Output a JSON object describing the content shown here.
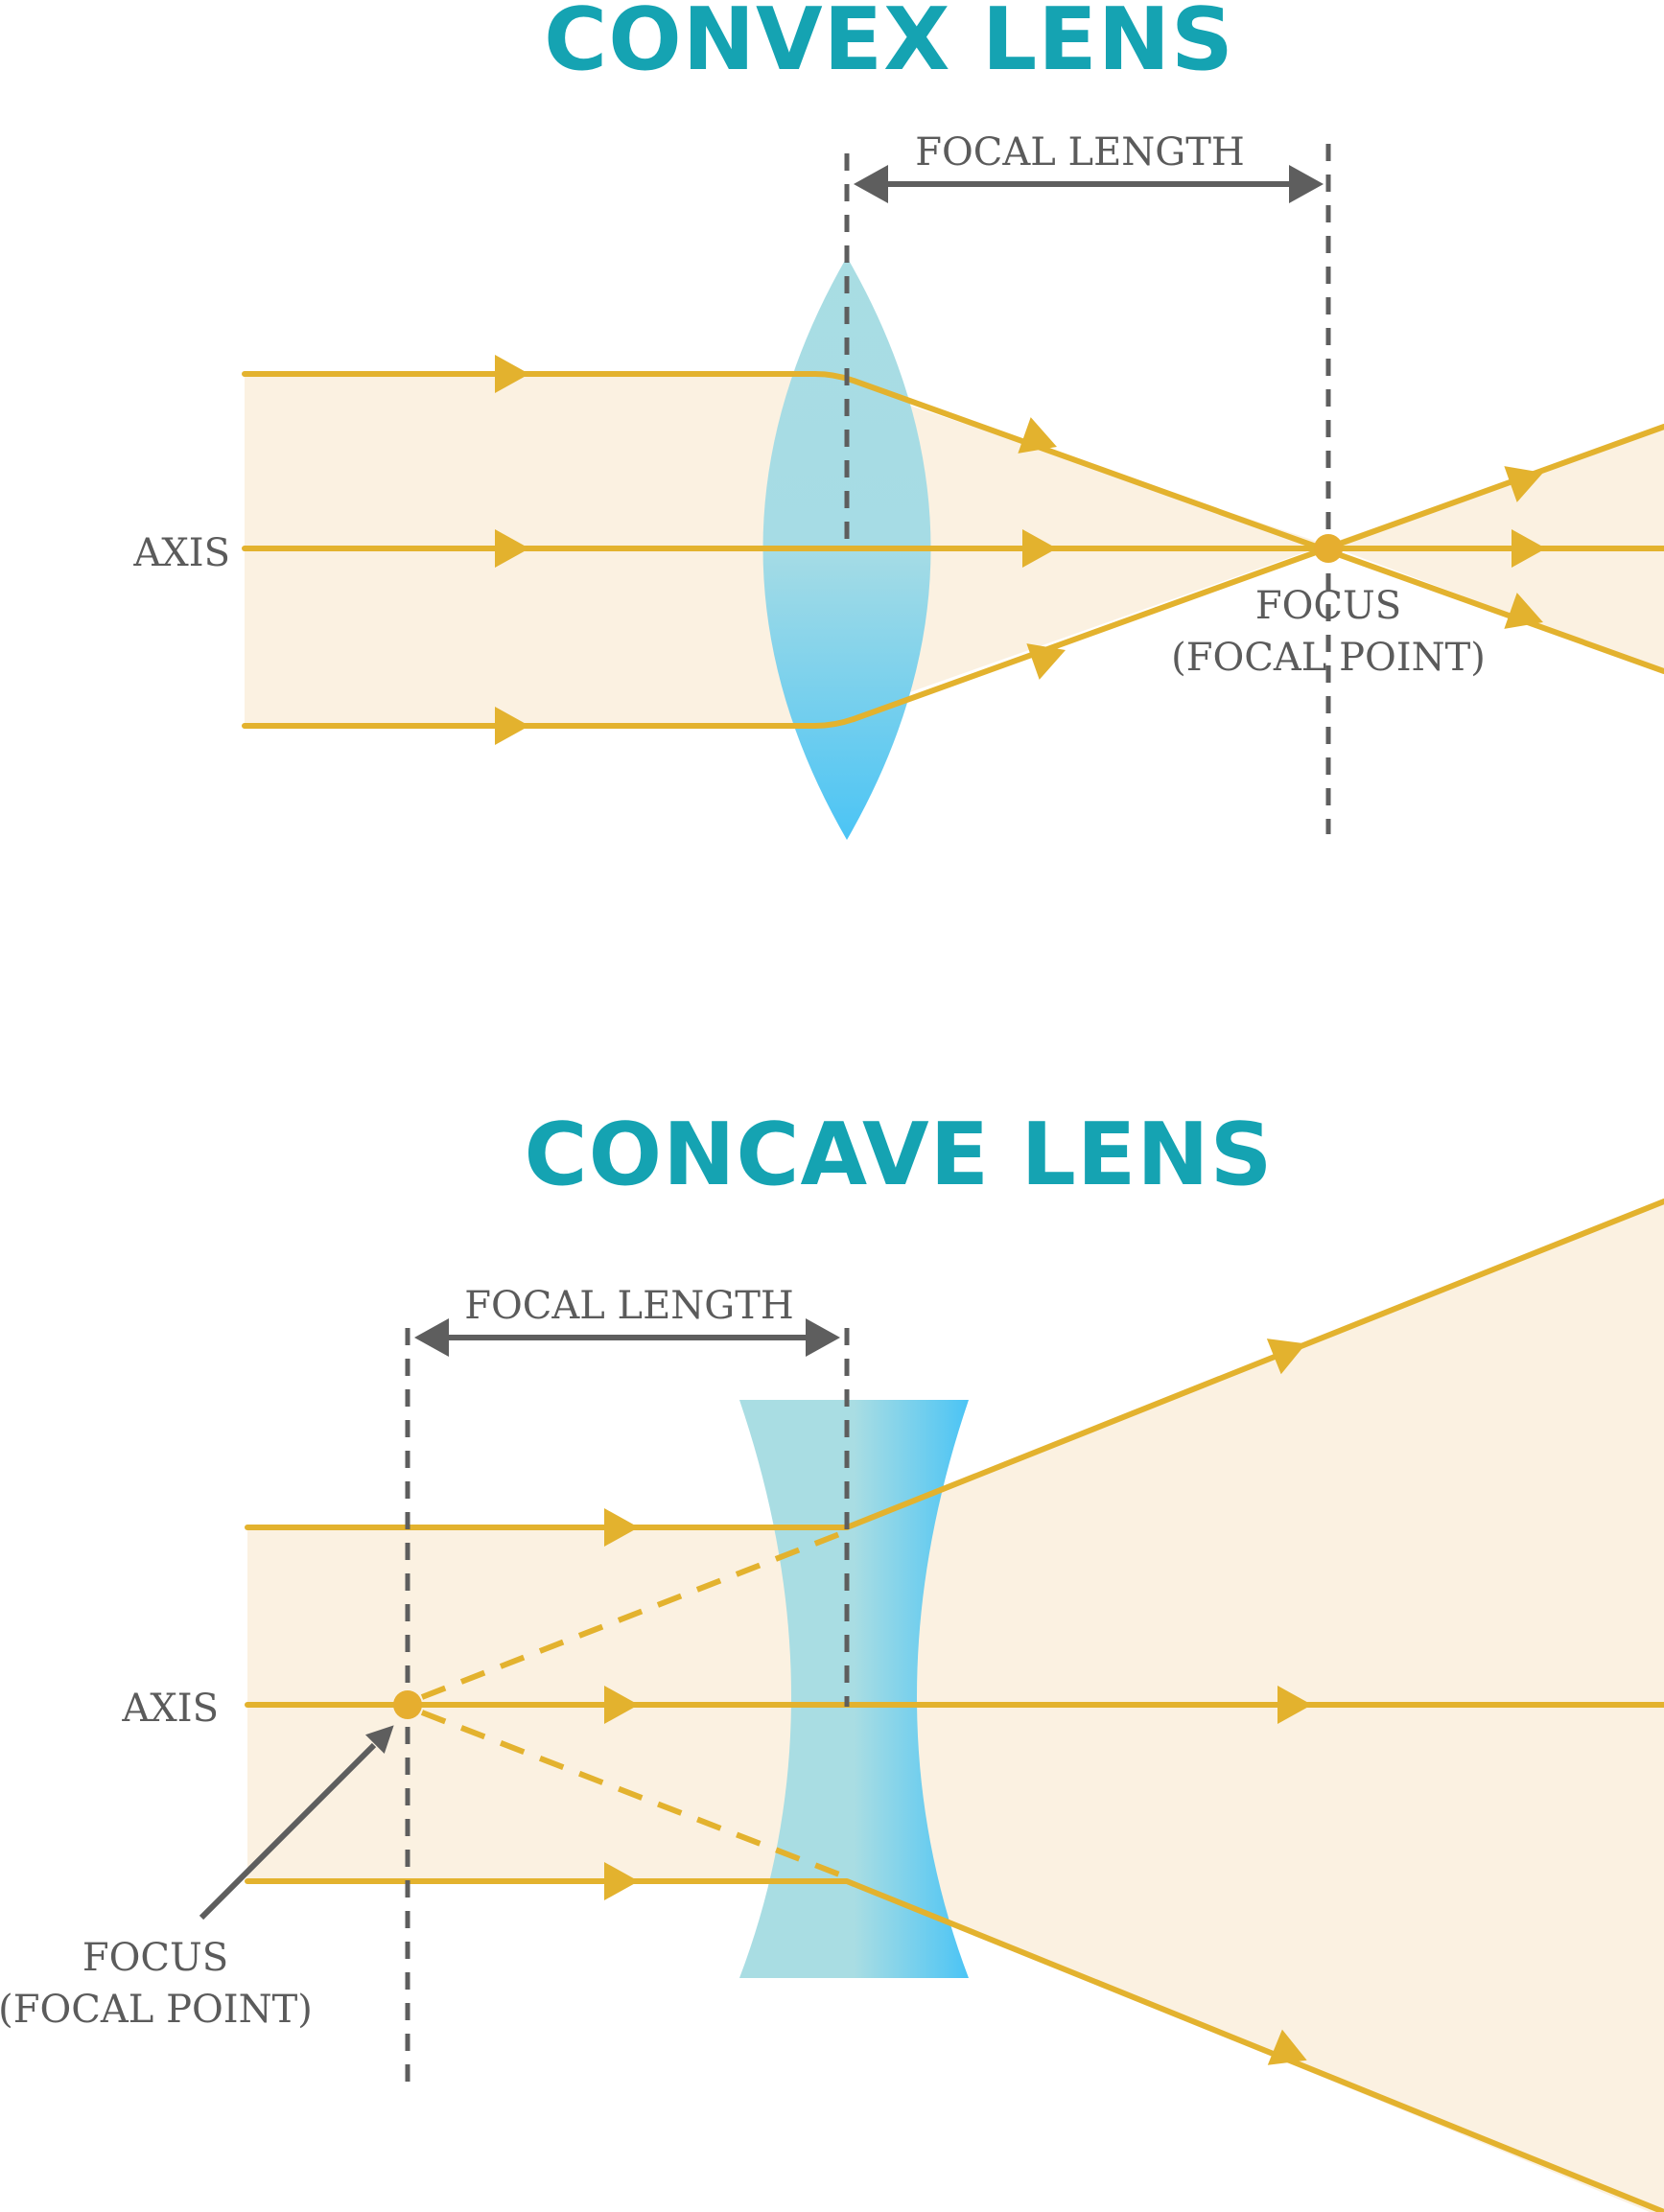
{
  "colors": {
    "title": "#15a3b2",
    "label": "#5b5b5b",
    "ray": "#e3b22e",
    "beam": "#fbf1e1",
    "lens_light": "#a9dde3",
    "lens_dark": "#4bc4f5",
    "guide": "#5e5e5e"
  },
  "convex": {
    "title": "CONVEX LENS",
    "focal_length_label": "FOCAL LENGTH",
    "axis_label": "AXIS",
    "focus_label_line1": "FOCUS",
    "focus_label_line2": "(FOCAL POINT)"
  },
  "concave": {
    "title": "CONCAVE LENS",
    "focal_length_label": "FOCAL LENGTH",
    "axis_label": "AXIS",
    "focus_label_line1": "FOCUS",
    "focus_label_line2": "(FOCAL POINT)"
  },
  "icons": {
    "focal_length_dimension": "double-headed-arrow-icon",
    "focus_pointer": "pointer-arrow-icon"
  }
}
